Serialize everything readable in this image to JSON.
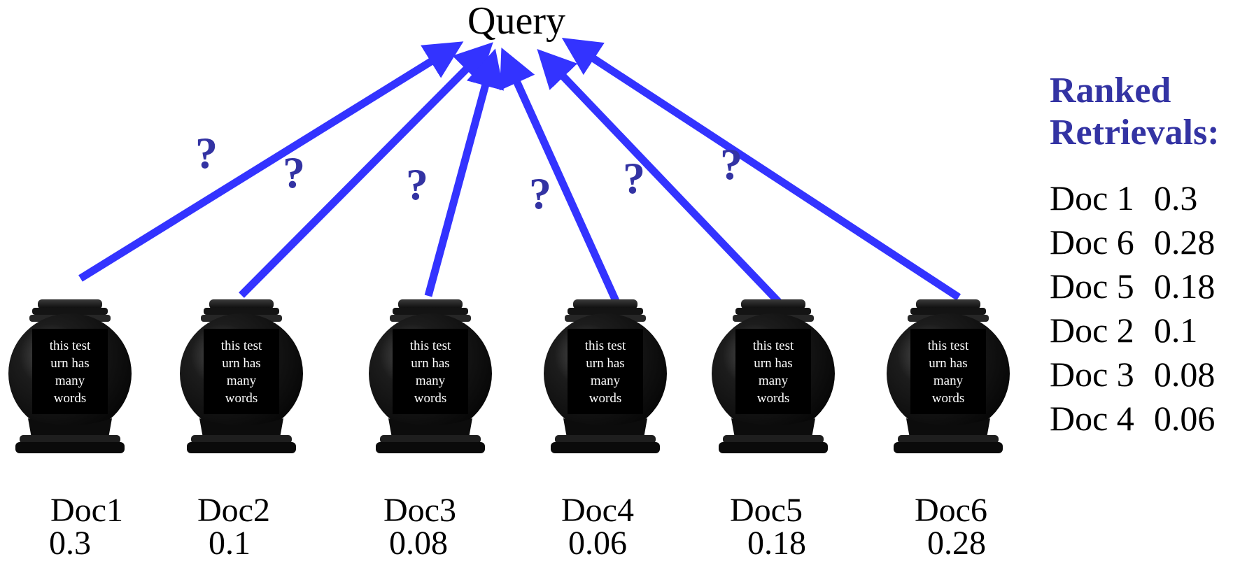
{
  "query_label": "Query",
  "urn_text_lines": [
    "this test",
    "urn has",
    "many",
    "words"
  ],
  "docs": [
    {
      "name": "Doc1",
      "score": "0.3"
    },
    {
      "name": "Doc2",
      "score": "0.1"
    },
    {
      "name": "Doc3",
      "score": "0.08"
    },
    {
      "name": "Doc4",
      "score": "0.06"
    },
    {
      "name": "Doc5",
      "score": "0.18"
    },
    {
      "name": "Doc6",
      "score": "0.28"
    }
  ],
  "question_mark": "?",
  "ranked": {
    "title_lines": [
      "Ranked",
      "Retrievals:"
    ],
    "items": [
      {
        "doc": "Doc 1",
        "score": "0.3"
      },
      {
        "doc": "Doc 6",
        "score": "0.28"
      },
      {
        "doc": "Doc 5",
        "score": "0.18"
      },
      {
        "doc": "Doc 2",
        "score": "0.1"
      },
      {
        "doc": "Doc 3",
        "score": "0.08"
      },
      {
        "doc": "Doc 4",
        "score": "0.06"
      }
    ]
  },
  "colors": {
    "arrow": "#3333ff",
    "question": "#3333a3",
    "title": "#3333a3",
    "urn": "#0d0d0d"
  }
}
